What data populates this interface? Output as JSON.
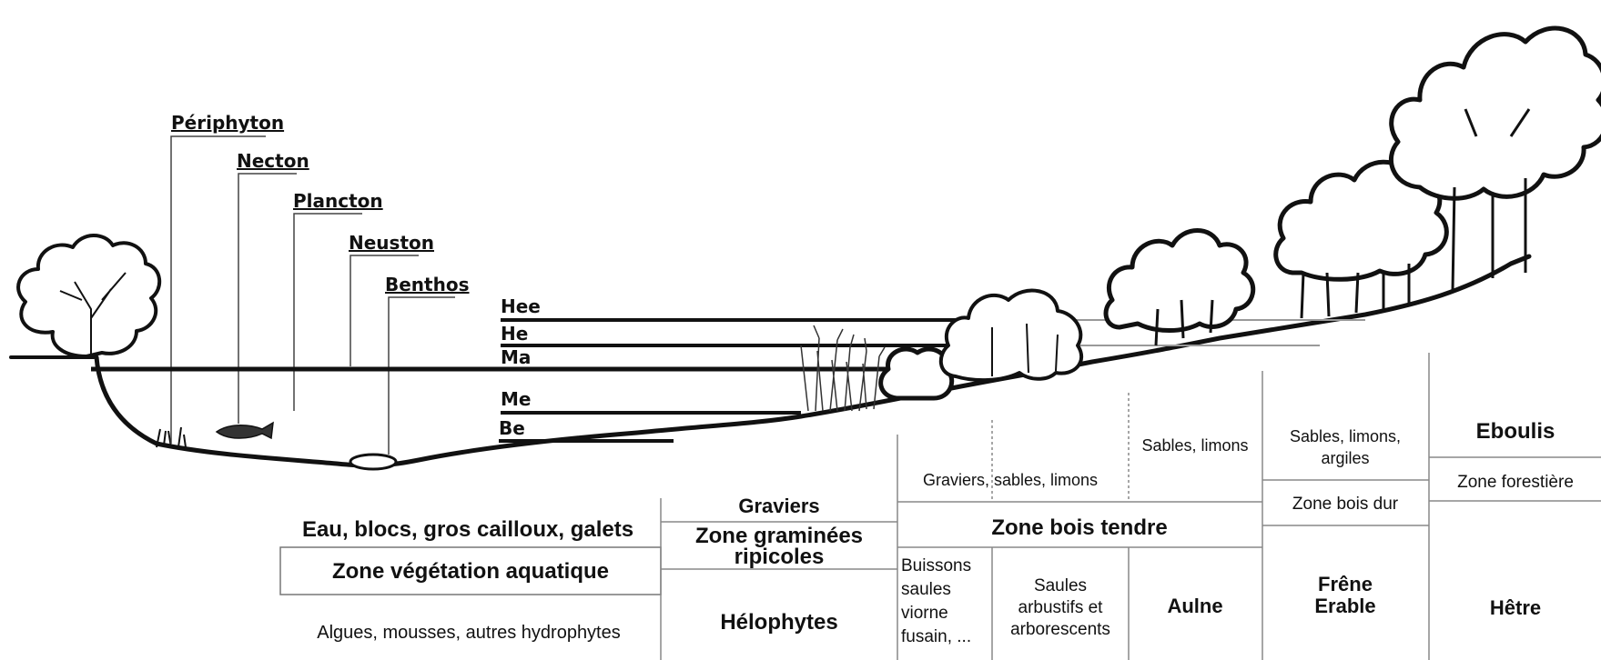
{
  "organism_labels": {
    "periphyton": "Périphyton",
    "necton": "Necton",
    "plancton": "Plancton",
    "neuston": "Neuston",
    "benthos": "Benthos"
  },
  "water_levels": {
    "hee": "Hee",
    "he": "He",
    "ma": "Ma",
    "me": "Me",
    "be": "Be"
  },
  "substrates": {
    "aquatic": "Eau, blocs, gros cailloux, galets",
    "graminees": "Graviers",
    "bois_tendre_left": "Graviers, sables, limons",
    "bois_tendre_right": "Sables, limons",
    "bois_dur": "Sables, limons, argiles",
    "forest": "Eboulis"
  },
  "zones": {
    "aquatic": "Zone végétation aquatique",
    "graminees_line1": "Zone graminées",
    "graminees_line2": "ripicoles",
    "bois_tendre": "Zone bois tendre",
    "bois_dur": "Zone bois dur",
    "forest": "Zone forestière"
  },
  "vegetation": {
    "aquatic": "Algues, mousses, autres hydrophytes",
    "graminees": "Hélophytes",
    "buissons": [
      "Buissons",
      "saules",
      "viorne",
      "fusain, ..."
    ],
    "saules": [
      "Saules",
      "arbustifs et",
      "arborescents"
    ],
    "aulne": "Aulne",
    "bois_dur": [
      "Frêne",
      "Erable"
    ],
    "forest": "Hêtre"
  },
  "colors": {
    "ink": "#111111",
    "grid": "#888888",
    "background": "#ffffff"
  }
}
